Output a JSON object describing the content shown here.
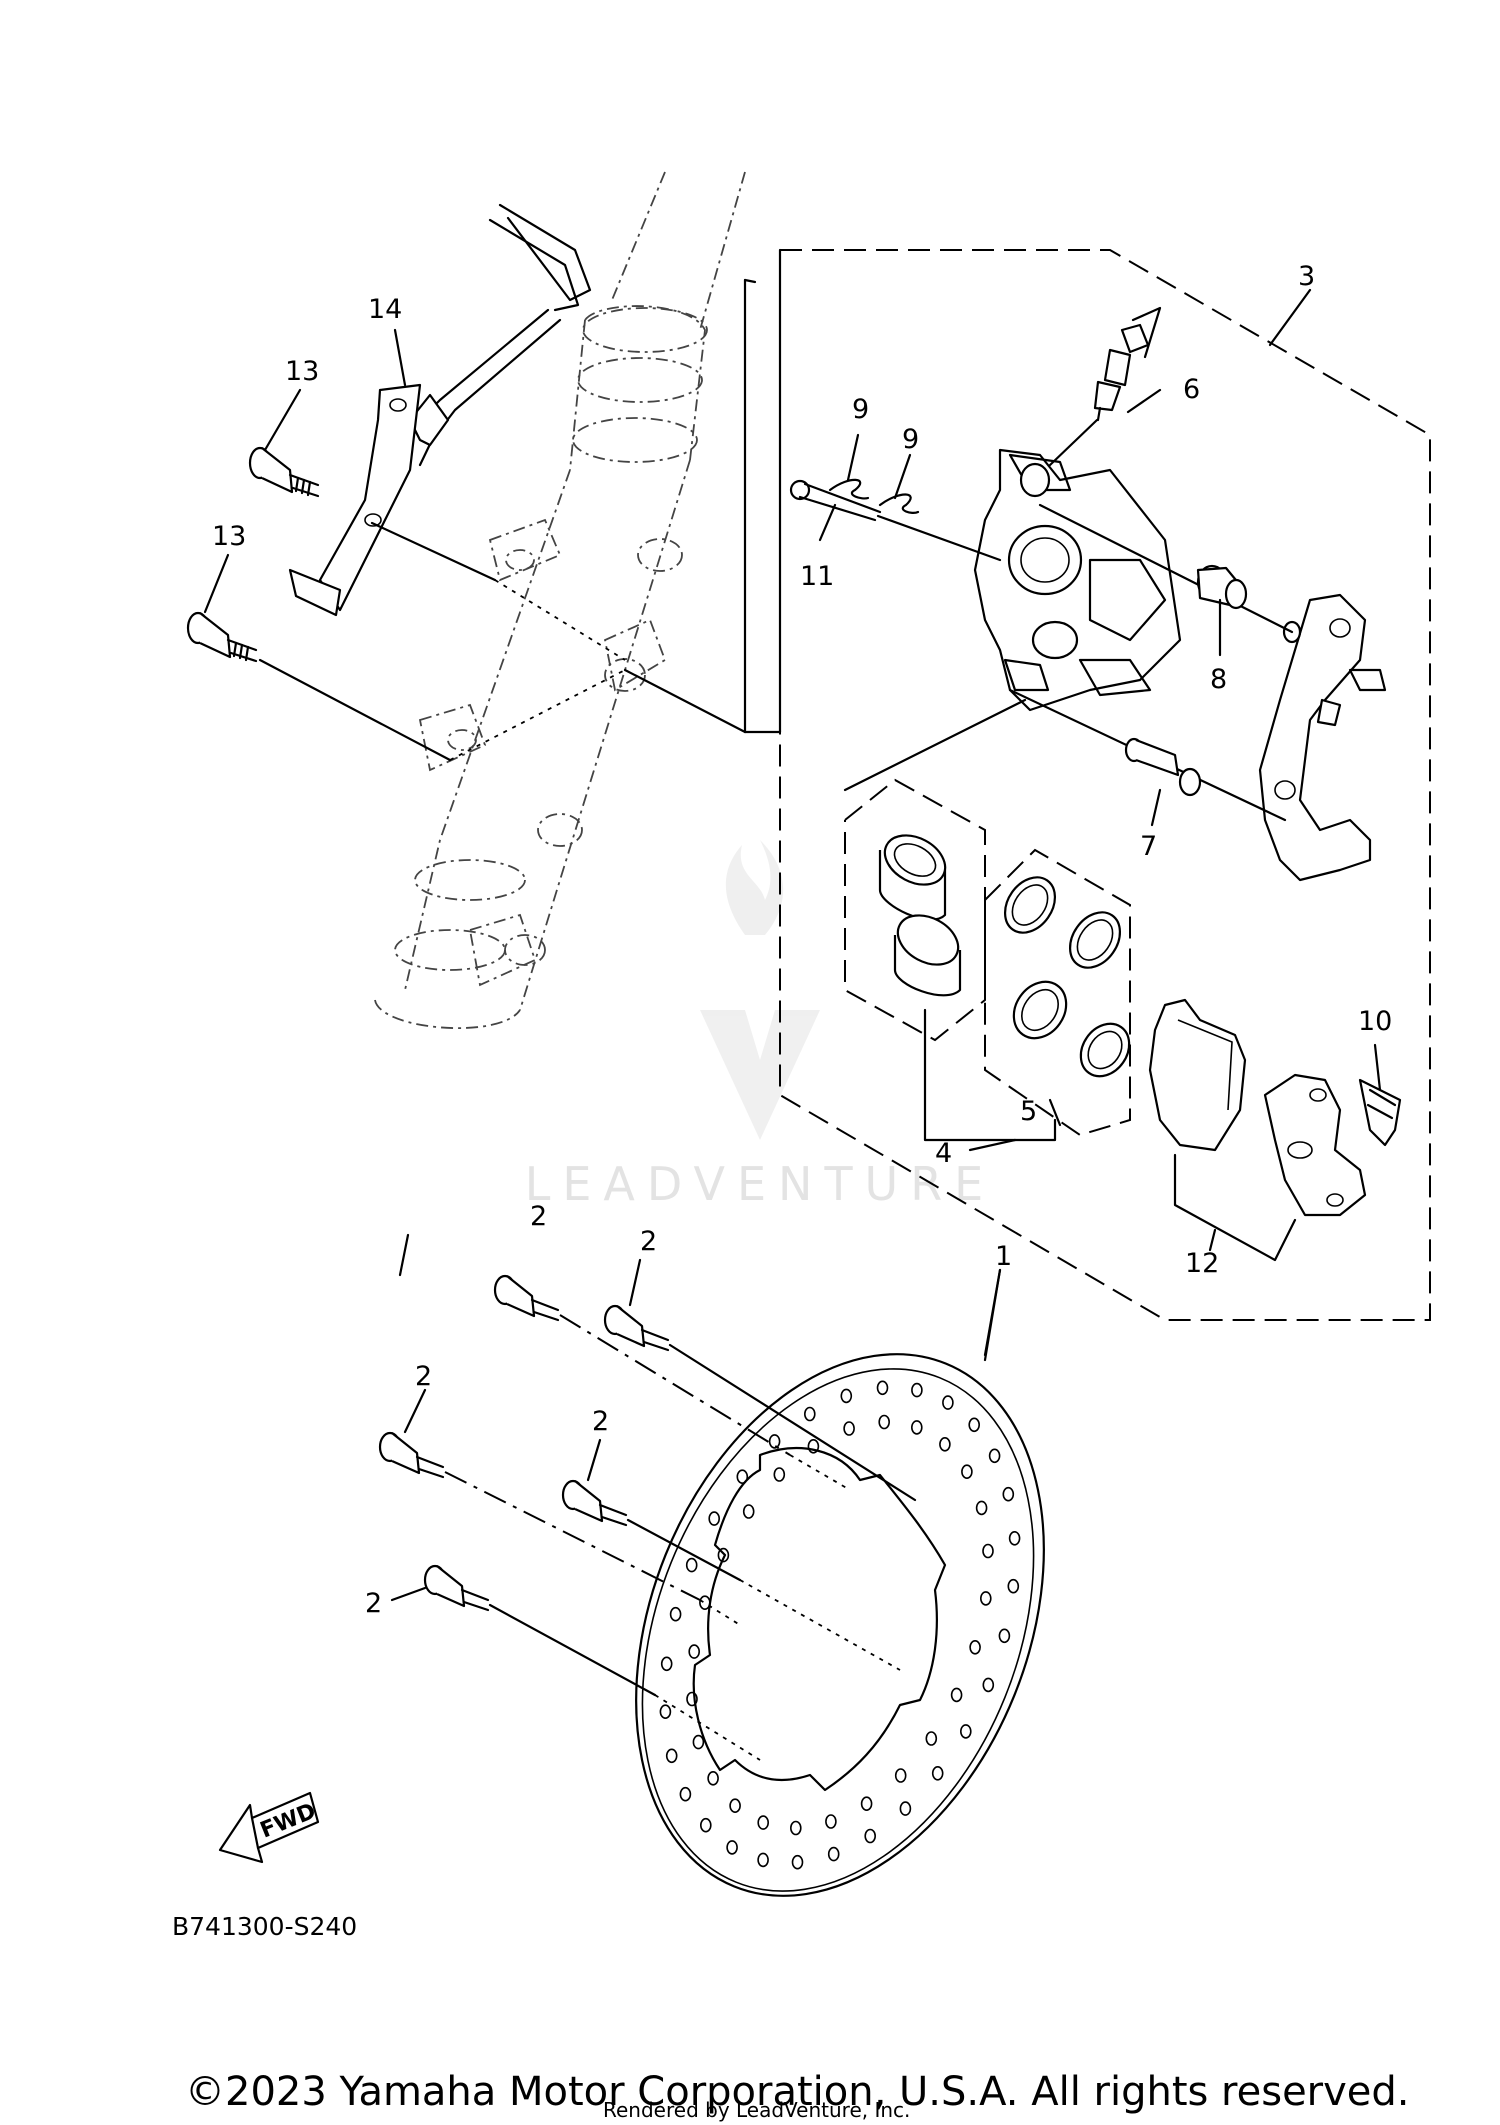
{
  "callouts": {
    "c1": "1",
    "c2a": "2",
    "c2b": "2",
    "c2c": "2",
    "c2d": "2",
    "c2e": "2",
    "c3": "3",
    "c4": "4",
    "c5": "5",
    "c6": "6",
    "c7": "7",
    "c8": "8",
    "c9a": "9",
    "c9b": "9",
    "c10": "10",
    "c11": "11",
    "c12": "12",
    "c13a": "13",
    "c13b": "13",
    "c14": "14"
  },
  "diagram_code": "B741300-S240",
  "fwd_label": "FWD",
  "watermark": "LEADVENTURE",
  "copyright": "©2023 Yamaha Motor Corporation, U.S.A. All rights reserved.",
  "rendered_by": "Rendered by LeadVenture, Inc."
}
